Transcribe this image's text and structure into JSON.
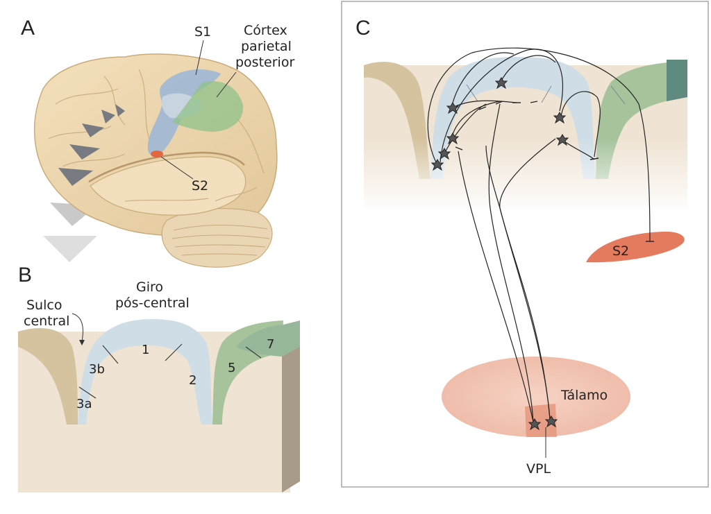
{
  "panels": {
    "a": {
      "letter": "A",
      "s1": "S1",
      "ppc_line1": "Córtex",
      "ppc_line2": "parietal",
      "ppc_line3": "posterior",
      "s2": "S2"
    },
    "b": {
      "letter": "B",
      "gyrus_line1": "Giro",
      "gyrus_line2": "pós-central",
      "sulcus_line1": "Sulco",
      "sulcus_line2": "central",
      "areas": [
        "3b",
        "1",
        "2",
        "3a",
        "5",
        "7"
      ]
    },
    "c": {
      "letter": "C",
      "s2": "S2",
      "thalamus": "Tálamo",
      "vpl": "VPL"
    }
  },
  "colors": {
    "s1_blue": "#bcd3e0",
    "parietal_green": "#a3c49d",
    "s2_orange": "#e57b5e",
    "cortex_tan": "#d9c7a2",
    "tissue": "#efe3d3",
    "thalamus": "#f1c2b0"
  }
}
